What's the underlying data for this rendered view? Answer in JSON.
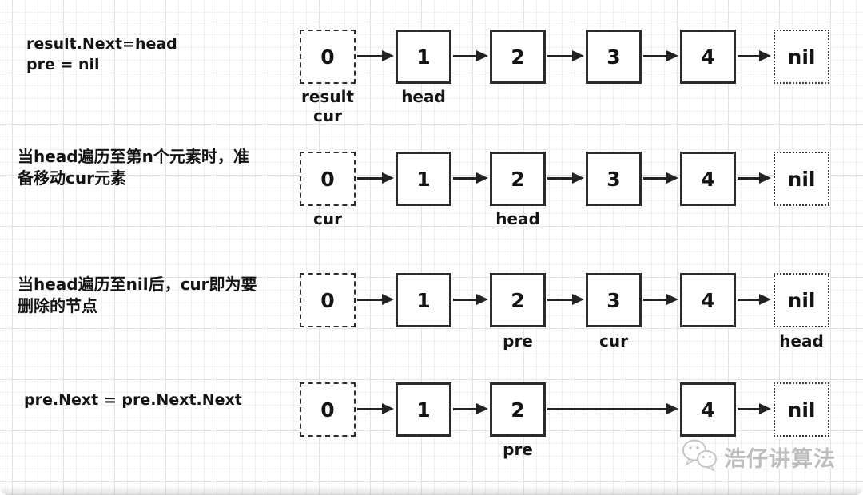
{
  "rows": [
    {
      "statement": "result.Next=head\npre = nil",
      "nodes": [
        {
          "value": "0",
          "label": "result\ncur"
        },
        {
          "value": "1",
          "label": "head"
        },
        {
          "value": "2",
          "label": ""
        },
        {
          "value": "3",
          "label": ""
        },
        {
          "value": "4",
          "label": ""
        },
        {
          "value": "nil",
          "label": ""
        }
      ]
    },
    {
      "statement": "当head遍历至第n个元素时，准\n备移动cur元素",
      "nodes": [
        {
          "value": "0",
          "label": "cur"
        },
        {
          "value": "1",
          "label": ""
        },
        {
          "value": "2",
          "label": "head"
        },
        {
          "value": "3",
          "label": ""
        },
        {
          "value": "4",
          "label": ""
        },
        {
          "value": "nil",
          "label": ""
        }
      ]
    },
    {
      "statement": "当head遍历至nil后，cur即为要\n删除的节点",
      "nodes": [
        {
          "value": "0",
          "label": ""
        },
        {
          "value": "1",
          "label": ""
        },
        {
          "value": "2",
          "label": "pre"
        },
        {
          "value": "3",
          "label": "cur"
        },
        {
          "value": "4",
          "label": ""
        },
        {
          "value": "nil",
          "label": "head"
        }
      ]
    },
    {
      "statement": "pre.Next = pre.Next.Next",
      "nodes": [
        {
          "value": "0",
          "label": ""
        },
        {
          "value": "1",
          "label": ""
        },
        {
          "value": "2",
          "label": "pre"
        },
        {
          "value": "4",
          "label": ""
        },
        {
          "value": "nil",
          "label": ""
        }
      ]
    }
  ],
  "watermark": {
    "icon": "wechat-icon",
    "text": "浩仔讲算法"
  },
  "colors": {
    "line": "#222222",
    "grid_minor": "#f1f1f1",
    "grid_major": "#e3e3e3",
    "watermark_gray": "#bdbdbd"
  }
}
